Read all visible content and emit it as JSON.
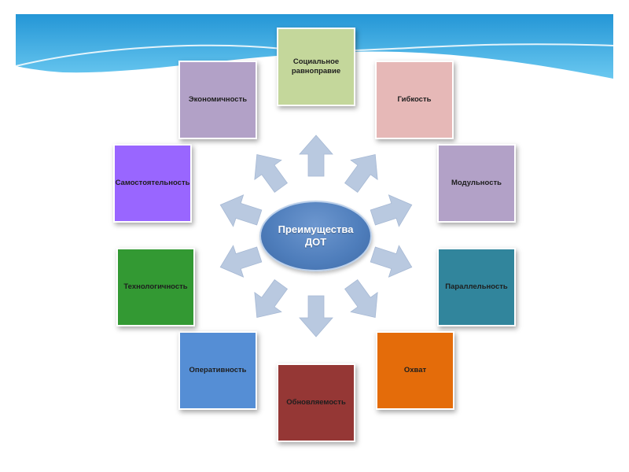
{
  "center": {
    "label": "Преимущества\nДОТ"
  },
  "items": [
    {
      "label": "Социальное\nравноправие",
      "color": "#c4d79b"
    },
    {
      "label": "Гибкость",
      "color": "#e6b8b7"
    },
    {
      "label": "Модульность",
      "color": "#b2a1c7"
    },
    {
      "label": "Параллельность",
      "color": "#31859c"
    },
    {
      "label": "Охват",
      "color": "#e46c0a"
    },
    {
      "label": "Обновляемость",
      "color": "#953735"
    },
    {
      "label": "Оперативность",
      "color": "#558ed5"
    },
    {
      "label": "Технологичность",
      "color": "#339933"
    },
    {
      "label": "Самостоятельность",
      "color": "#9966ff"
    },
    {
      "label": "Экономичность",
      "color": "#b2a1c7"
    }
  ],
  "colors": {
    "arrow": "#b9c9e0",
    "banner": "#2ea6de"
  }
}
